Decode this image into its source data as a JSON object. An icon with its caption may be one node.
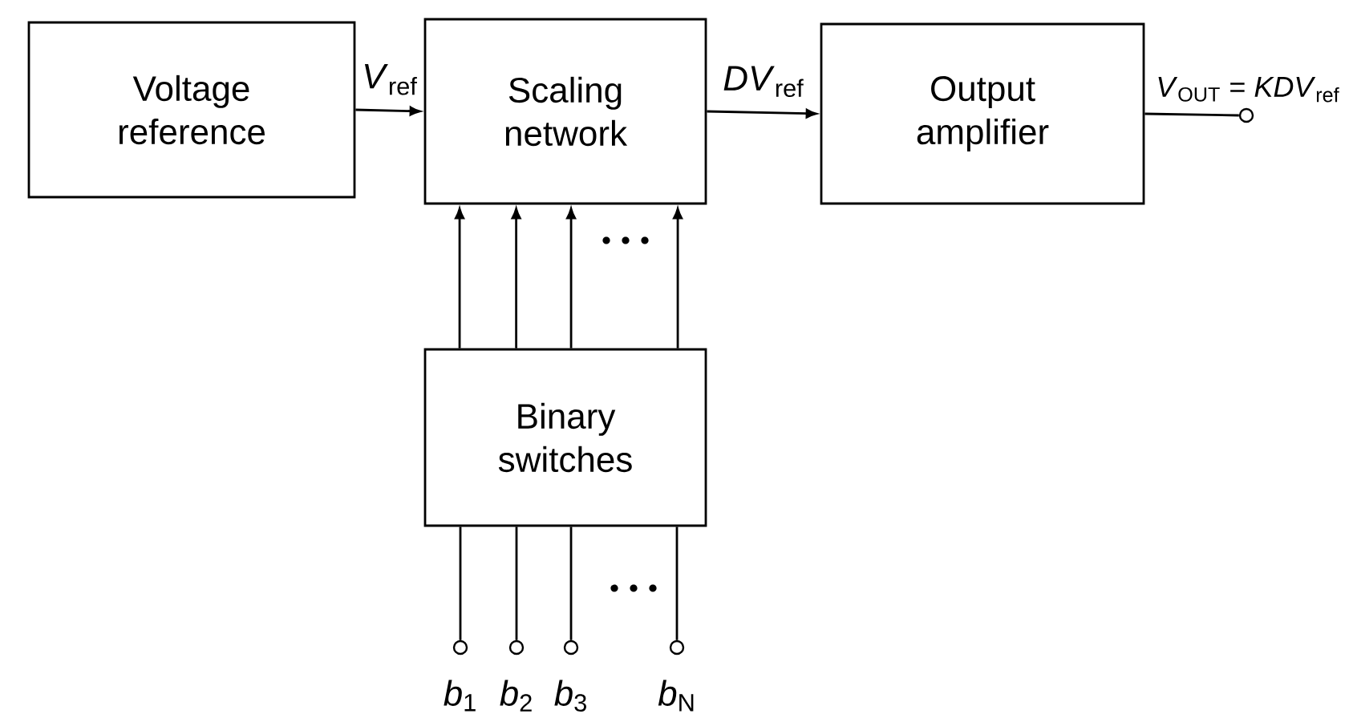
{
  "diagram": {
    "nodes": [
      {
        "text": [
          "Voltage reference"
        ]
      },
      {
        "text": [
          "Scaling network"
        ]
      },
      {
        "text": [
          "Output amplifier"
        ]
      },
      {
        "text": [
          "Binary switches"
        ]
      },
      {
        "text": [],
        "shape": "circle",
        "beside": [
          "*V*$_{OUT}$ = *KDV*$_{ref}$"
        ]
      },
      {
        "text": [],
        "shape": "circle",
        "beside": [
          "*b*$_{1}$"
        ]
      },
      {
        "text": [],
        "shape": "circle",
        "beside": [
          "*b*$_{2}$"
        ]
      },
      {
        "text": [],
        "shape": "circle",
        "beside": [
          "*b*$_{3}$"
        ]
      },
      {
        "text": [],
        "shape": "circle",
        "beside": [
          "*b*$_{N}$"
        ]
      }
    ],
    "edges": [
      {
        "from": 0,
        "to": 1,
        "arrow": "to",
        "label": "*V*$_{ref}$"
      },
      {
        "from": 1,
        "to": 2,
        "arrow": "to",
        "label": "*DV*$_{ref}$"
      },
      {
        "from": 2,
        "to": 4,
        "arrow": "none"
      },
      {
        "from": 3,
        "to": 1,
        "arrow": "to"
      },
      {
        "from": 3,
        "to": 1,
        "arrow": "to"
      },
      {
        "from": 3,
        "to": 1,
        "arrow": "to"
      },
      {
        "from": 3,
        "to": 1,
        "arrow": "to"
      },
      {
        "from": 5,
        "to": 3,
        "arrow": "none"
      },
      {
        "from": 6,
        "to": 3,
        "arrow": "none"
      },
      {
        "from": 7,
        "to": 3,
        "arrow": "none"
      },
      {
        "from": 8,
        "to": 3,
        "arrow": "none"
      }
    ]
  }
}
